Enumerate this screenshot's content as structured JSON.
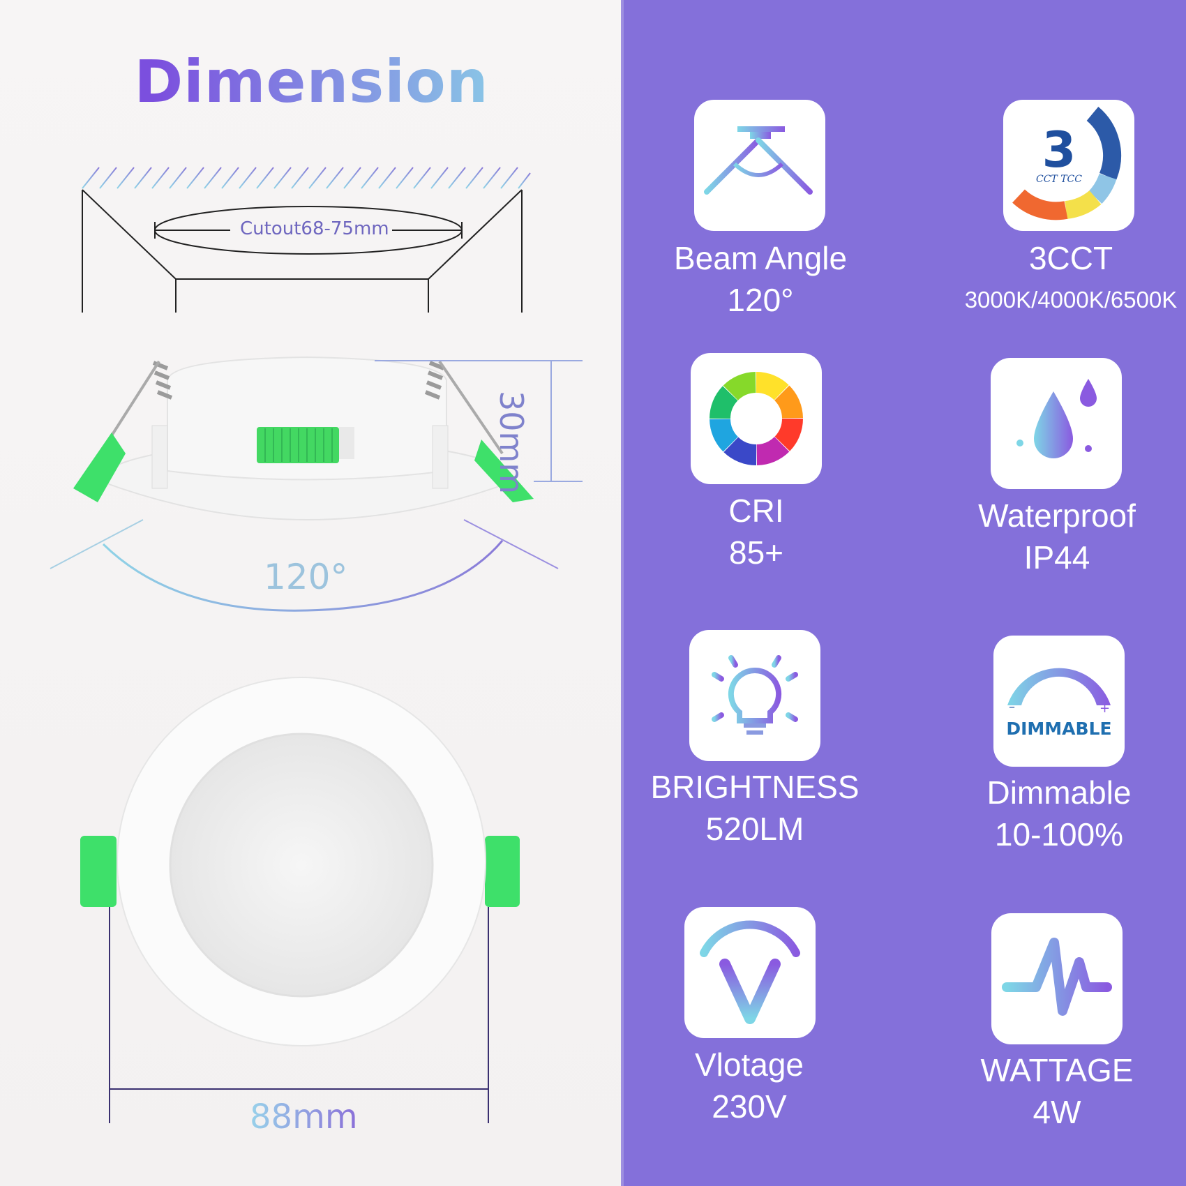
{
  "title": "Dimension",
  "dimensions": {
    "cutout": "Cutout68-75mm",
    "height": "30mm",
    "beam": "120°",
    "width": "88mm"
  },
  "features": [
    {
      "icon": "beam-angle-icon",
      "name": "Beam Angle",
      "value": "120°"
    },
    {
      "icon": "3cct-icon",
      "name": "3CCT",
      "value": "3000K/4000K/6500K",
      "icon_text": "3",
      "icon_sub": "CCT TCC"
    },
    {
      "icon": "color-wheel-icon",
      "name": "CRI",
      "value": "85+"
    },
    {
      "icon": "water-drop-icon",
      "name": "Waterproof",
      "value": "IP44"
    },
    {
      "icon": "bulb-icon",
      "name": "BRIGHTNESS",
      "value": "520LM"
    },
    {
      "icon": "dimmable-icon",
      "name": "Dimmable",
      "value": "10-100%",
      "icon_text": "DIMMABLE"
    },
    {
      "icon": "voltage-icon",
      "name": "Vlotage",
      "value": "230V"
    },
    {
      "icon": "wattage-icon",
      "name": "WATTAGE",
      "value": "4W"
    }
  ],
  "colors": {
    "panel": "#8470da",
    "accent_purple": "#7b4fde",
    "accent_blue": "#8ac8e6",
    "clip_green": "#3ee06a"
  }
}
